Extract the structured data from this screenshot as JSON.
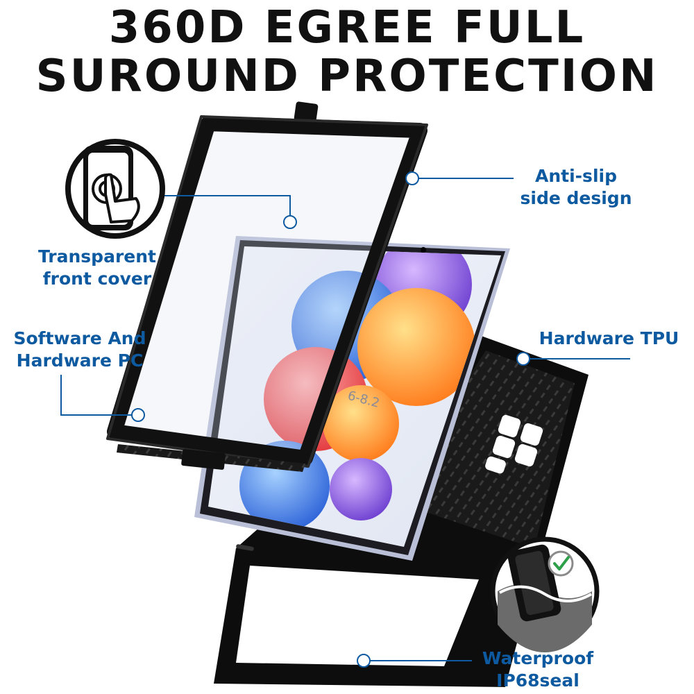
{
  "headline": {
    "line1": "360D EGREE FULL",
    "line2": "SUROUND PROTECTION"
  },
  "callouts": {
    "transparent_front": {
      "line1": "Transparent",
      "line2": "front cover"
    },
    "software_hardware_pc": {
      "line1": "Software And",
      "line2": "Hardware PC"
    },
    "anti_slip": {
      "line1": "Anti-slip",
      "line2": "side design"
    },
    "hardware_tpu": {
      "line1": "Hardware TPU"
    },
    "waterproof": {
      "line1": "Waterproof",
      "line2": "IP68seal"
    }
  },
  "phone_screen": {
    "watermark_text": "6-8.2"
  },
  "icons": [
    "touch-screen-icon",
    "waterproof-phone-icon",
    "checkmark-icon"
  ],
  "colors": {
    "accent": "#0e5aa0",
    "case_black": "#111111",
    "phone_frame": "#b9bfd6",
    "check_green": "#2ea04a"
  }
}
